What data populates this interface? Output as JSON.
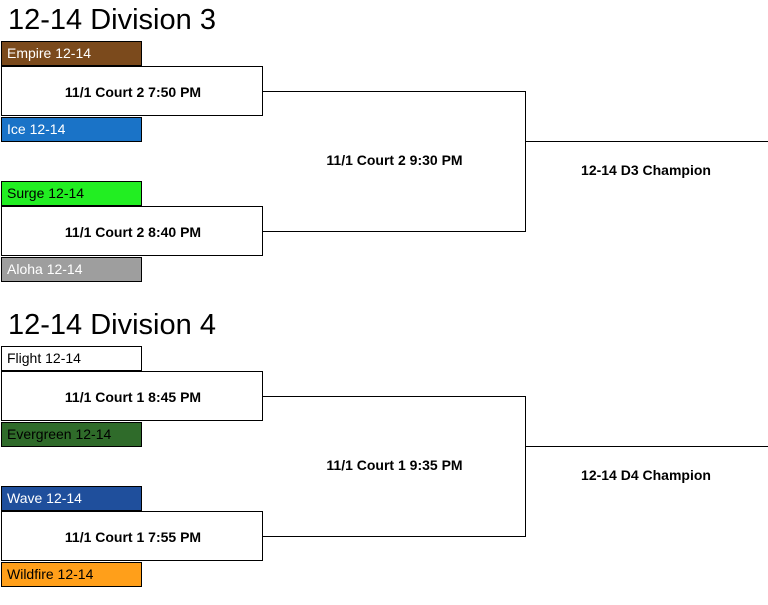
{
  "divisions": [
    {
      "title": "12-14 Division 3",
      "teams": [
        {
          "name": "Empire 12-14",
          "bg": "#7b4a1c",
          "fg": "#ffffff"
        },
        {
          "name": "Ice 12-14",
          "bg": "#1a73c7",
          "fg": "#ffffff"
        },
        {
          "name": "Surge 12-14",
          "bg": "#22ee22",
          "fg": "#000000"
        },
        {
          "name": "Aloha 12-14",
          "bg": "#9e9e9e",
          "fg": "#ffffff"
        }
      ],
      "matches": [
        "11/1 Court 2 7:50 PM",
        "11/1 Court 2 8:40 PM"
      ],
      "final": "11/1 Court 2 9:30 PM",
      "champion": "12-14 D3 Champion"
    },
    {
      "title": "12-14 Division 4",
      "teams": [
        {
          "name": "Flight 12-14",
          "bg": "#ffffff",
          "fg": "#000000"
        },
        {
          "name": "Evergreen 12-14",
          "bg": "#2f6b2a",
          "fg": "#000000"
        },
        {
          "name": "Wave 12-14",
          "bg": "#1f4f9c",
          "fg": "#ffffff"
        },
        {
          "name": "Wildfire 12-14",
          "bg": "#ff9f1a",
          "fg": "#000000"
        }
      ],
      "matches": [
        "11/1 Court 1 8:45 PM",
        "11/1 Court 1 7:55 PM"
      ],
      "final": "11/1 Court 1 9:35 PM",
      "champion": "12-14 D4 Champion"
    }
  ]
}
